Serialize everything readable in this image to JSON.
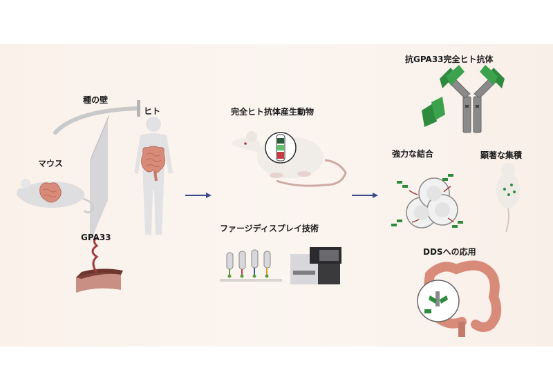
{
  "labels": {
    "species_barrier": "種の壁",
    "human": "ヒト",
    "mouse": "マウス",
    "gpa33": "GPA33",
    "humanized_animal": "完全ヒト抗体産生動物",
    "phage_display": "ファージディスプレイ技術",
    "antibody_title": "抗GPA33完全ヒト抗体",
    "strong_binding": "強力な結合",
    "accumulation": "顕著な集積",
    "dds": "DDSへの応用"
  },
  "colors": {
    "antibody_green": "#2e8b3e",
    "antibody_gray": "#8a8a8a",
    "intestine_pink": "#d98b7a",
    "arrow_blue": "#3b4a8c"
  },
  "icons": [
    "mouse-icon",
    "human-silhouette-icon",
    "barrier-wall-icon",
    "inhibit-arrow-icon",
    "tissue-icon",
    "rat-icon",
    "phage-icon",
    "sequencer-icon",
    "antibody-icon",
    "cell-cluster-icon",
    "mouse-topview-icon",
    "colon-icon"
  ]
}
